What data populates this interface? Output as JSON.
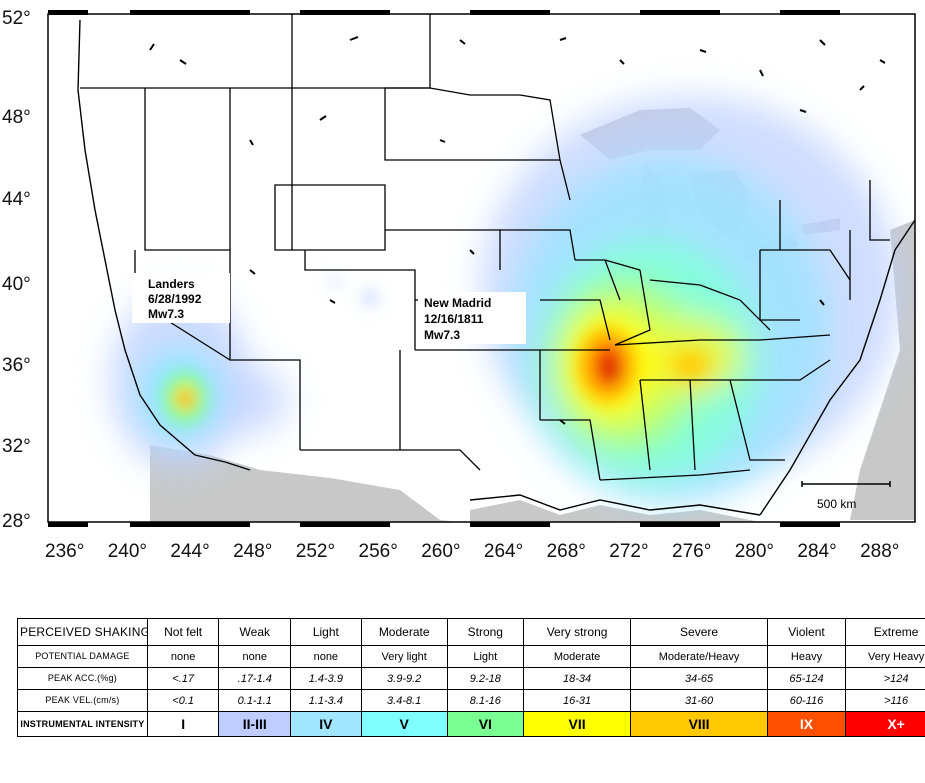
{
  "map": {
    "latitude_labels": [
      "52°",
      "48°",
      "44°",
      "40°",
      "36°",
      "32°",
      "28°"
    ],
    "longitude_labels": [
      "236°",
      "240°",
      "244°",
      "248°",
      "252°",
      "256°",
      "260°",
      "264°",
      "268°",
      "272°",
      "276°",
      "280°",
      "284°",
      "288°"
    ],
    "scale_bar_label": "500 km",
    "colors": {
      "ocean": "#ffffff",
      "foreign_land": "#c8c8c8",
      "border": "#000000"
    },
    "earthquakes": [
      {
        "name": "Landers",
        "date": "6/28/1992",
        "magnitude": "Mw7.3"
      },
      {
        "name": "New Madrid",
        "date": "12/16/1811",
        "magnitude": "Mw7.3"
      }
    ]
  },
  "legend": {
    "rows": [
      {
        "header": "PERCEIVED SHAKING",
        "cells": [
          "Not felt",
          "Weak",
          "Light",
          "Moderate",
          "Strong",
          "Very strong",
          "Severe",
          "Violent",
          "Extreme"
        ]
      },
      {
        "header": "POTENTIAL DAMAGE",
        "cells": [
          "none",
          "none",
          "none",
          "Very light",
          "Light",
          "Moderate",
          "Moderate/Heavy",
          "Heavy",
          "Very Heavy"
        ]
      },
      {
        "header": "PEAK ACC.(%g)",
        "cells": [
          "<.17",
          ".17-1.4",
          "1.4-3.9",
          "3.9-9.2",
          "9.2-18",
          "18-34",
          "34-65",
          "65-124",
          ">124"
        ]
      },
      {
        "header": "PEAK VEL.(cm/s)",
        "cells": [
          "<0.1",
          "0.1-1.1",
          "1.1-3.4",
          "3.4-8.1",
          "8.1-16",
          "16-31",
          "31-60",
          "60-116",
          ">116"
        ]
      },
      {
        "header": "INSTRUMENTAL INTENSITY",
        "cells": [
          "I",
          "II-III",
          "IV",
          "V",
          "VI",
          "VII",
          "VIII",
          "IX",
          "X+"
        ]
      }
    ],
    "intensity_colors": [
      "#ffffff",
      "#bfccff",
      "#a0e6ff",
      "#80ffff",
      "#7aff93",
      "#ffff00",
      "#ffc800",
      "#ff5000",
      "#ff0000"
    ]
  }
}
